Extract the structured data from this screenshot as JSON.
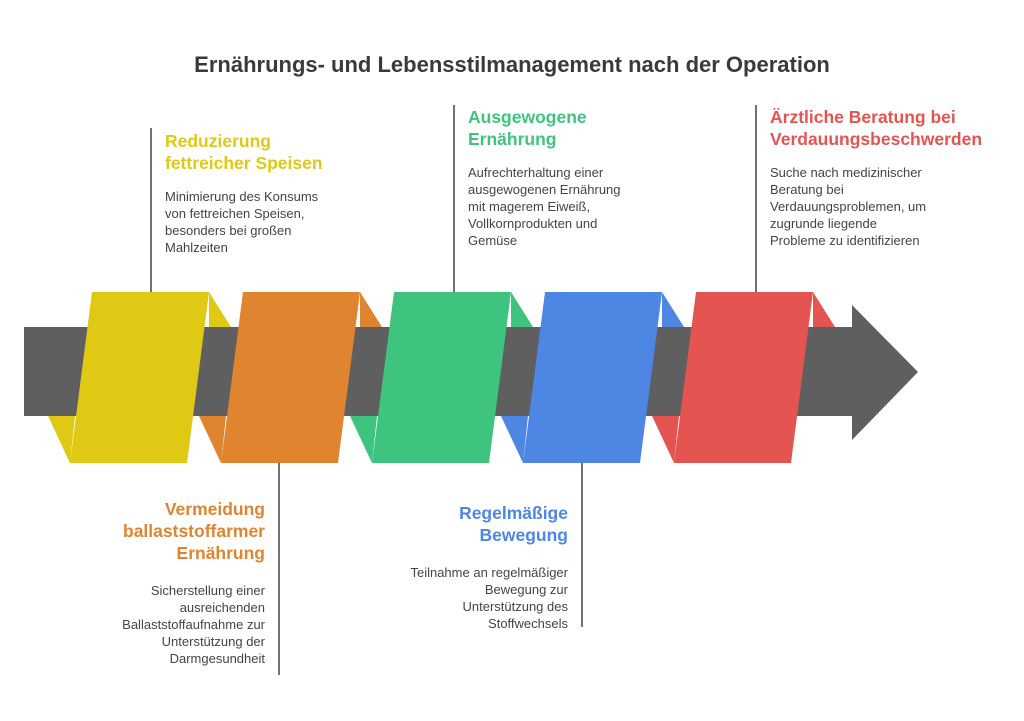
{
  "title": "Ernährungs- und Lebensstilmanagement nach der Operation",
  "colors": {
    "arrow": "#5f5f5f",
    "yellow": "#dfc915",
    "orange": "#e08430",
    "green": "#3ec47f",
    "blue": "#4e86e3",
    "red": "#e45552",
    "connector": "#444444"
  },
  "steps": [
    {
      "heading": "Reduzierung\nfettreicher Speisen",
      "description": "Minimierung des Konsums\nvon fettreichen Speisen,\nbesonders bei großen\nMahlzeiten",
      "color": "#dfc915"
    },
    {
      "heading": "Vermeidung\nballaststoffarmer\nErnährung",
      "description": "Sicherstellung einer\nausreichenden\nBallaststoffaufnahme zur\nUnterstützung der\nDarmgesundheit",
      "color": "#e08430"
    },
    {
      "heading": "Ausgewogene\nErnährung",
      "description": "Aufrechterhaltung einer\nausgewogenen Ernährung\nmit magerem Eiweiß,\nVollkornprodukten und\nGemüse",
      "color": "#3ec47f"
    },
    {
      "heading": "Regelmäßige\nBewegung",
      "description": "Teilnahme an regelmäßiger\nBewegung zur\nUnterstützung des\nStoffwechsels",
      "color": "#4e86e3"
    },
    {
      "heading": "Ärztliche Beratung bei\nVerdauungsbeschwerden",
      "description": "Suche nach medizinischer\nBeratung bei\nVerdauungsproblemen, um\nzugrunde liegende\nProbleme zu identifizieren",
      "color": "#e45552"
    }
  ]
}
